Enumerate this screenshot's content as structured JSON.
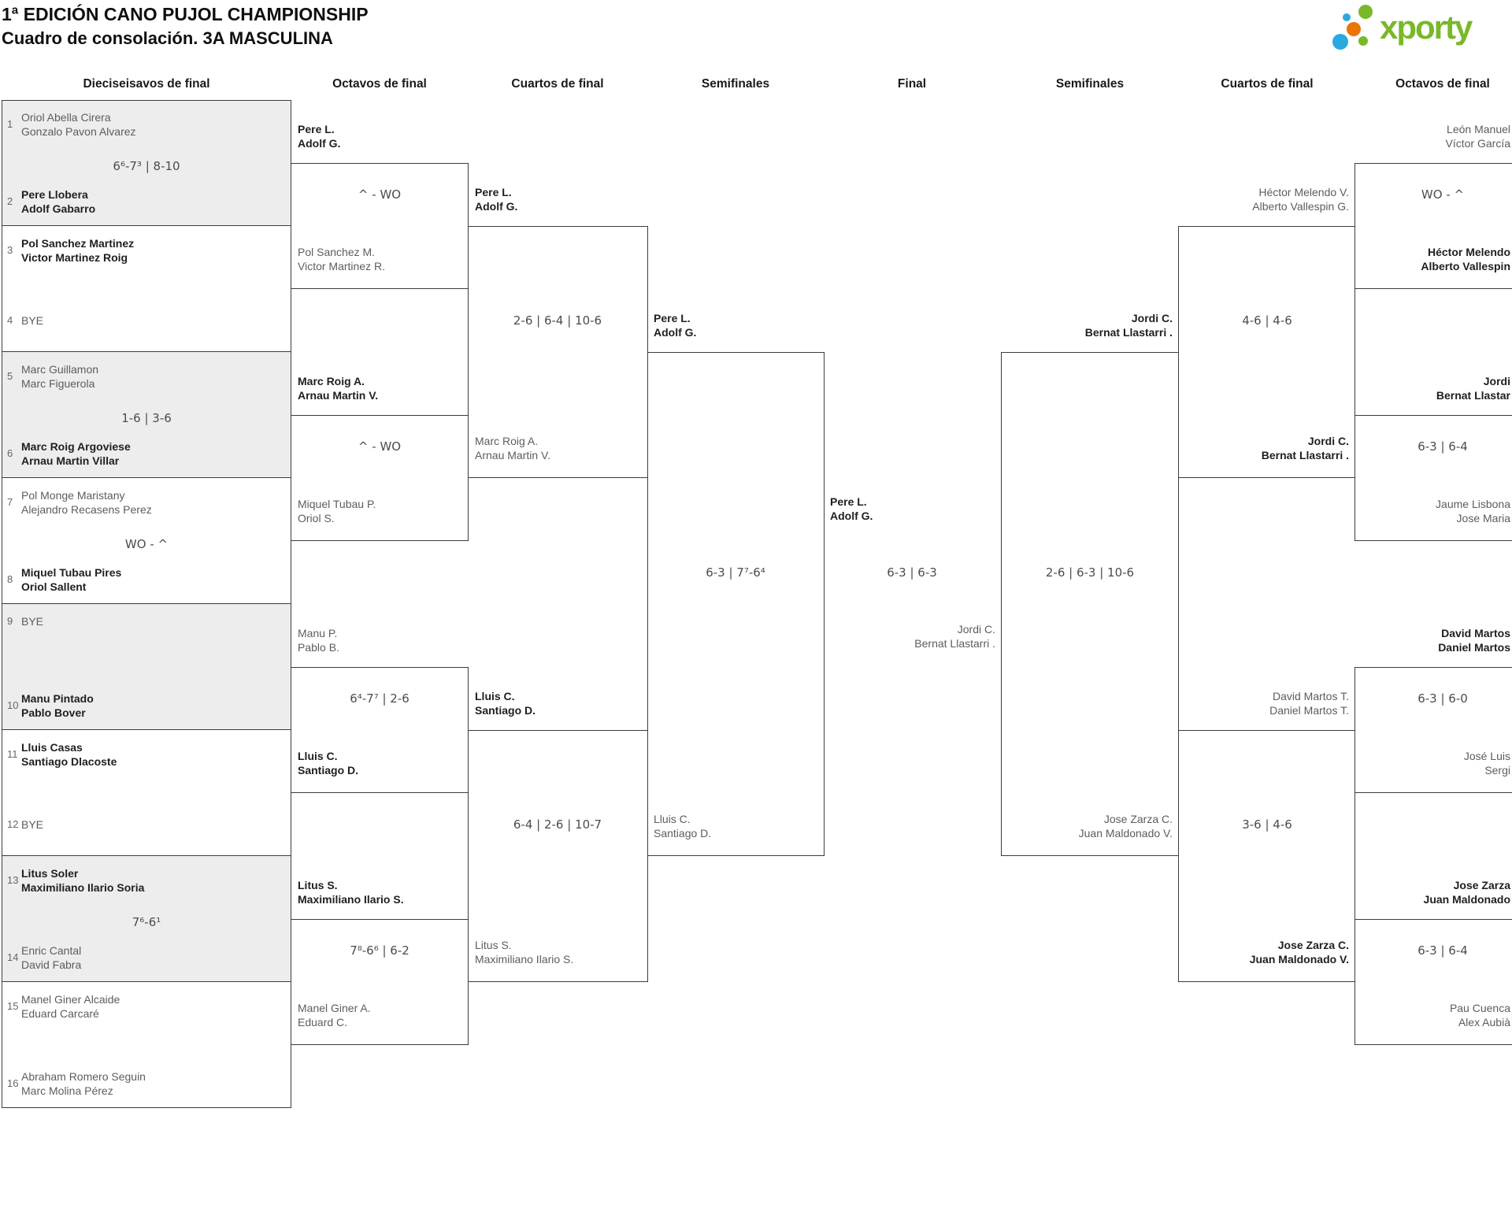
{
  "title": "1ª EDICIÓN CANO PUJOL CHAMPIONSHIP",
  "subtitle": "Cuadro de consolación. 3A MASCULINA",
  "logo": {
    "brand": "xporty"
  },
  "colors": {
    "brand_green": "#79b829",
    "brand_blue": "#29a9e0",
    "brand_orange": "#ec7404",
    "shaded_row": "#ededed",
    "line": "#3c3c3c",
    "winner_text": "#1f1f1f",
    "loser_text": "#5d5d5d"
  },
  "rounds": [
    "Dieciseisavos de final",
    "Octavos de final",
    "Cuartos de final",
    "Semifinales",
    "Final",
    "Semifinales",
    "Cuartos de final",
    "Octavos de final"
  ],
  "r32": {
    "seeds": [
      "1",
      "2",
      "3",
      "4",
      "5",
      "6",
      "7",
      "8",
      "9",
      "10",
      "11",
      "12",
      "13",
      "14",
      "15",
      "16"
    ],
    "teams": [
      "Oriol Abella Cirera\nGonzalo Pavon Alvarez",
      "Pere Llobera\nAdolf Gabarro",
      "Pol Sanchez Martinez\nVictor Martinez Roig",
      "BYE",
      "Marc Guillamon\nMarc Figuerola",
      "Marc Roig Argoviese\nArnau Martin Villar",
      "Pol Monge Maristany\nAlejandro Recasens Perez",
      "Miquel Tubau Pires\nOriol Sallent",
      "BYE",
      "Manu Pintado\nPablo Bover",
      "Lluis Casas\nSantiago Dlacoste",
      "BYE",
      "Litus Soler\nMaximiliano Ilario Soria",
      "Enric Cantal\nDavid Fabra",
      "Manel Giner Alcaide\nEduard Carcaré",
      "Abraham Romero Seguin\nMarc Molina Pérez"
    ],
    "scores": {
      "m1": "6⁶-7³ | 8-10",
      "m3": "1-6 | 3-6",
      "m4": "WO - ^",
      "m7": "7⁶-6¹"
    }
  },
  "r16_left": [
    {
      "top": "Pere L.\nAdolf G.",
      "score": "^ - WO",
      "bottom": "Pol Sanchez M.\nVictor Martinez R."
    },
    {
      "top": "Marc Roig A.\nArnau Martin V.",
      "score": "^ - WO",
      "bottom": "Miquel Tubau P.\nOriol S."
    },
    {
      "top": "Manu P.\nPablo B.",
      "score": "6⁴-7⁷ | 2-6",
      "bottom": "Lluis C.\nSantiago D."
    },
    {
      "top": "Litus S.\nMaximiliano Ilario S.",
      "score": "7⁸-6⁶ | 6-2",
      "bottom": "Manel Giner A.\nEduard C."
    }
  ],
  "qf_left": [
    {
      "top": "Pere L.\nAdolf G.",
      "score": "2-6 | 6-4 | 10-6",
      "bottom": "Marc Roig A.\nArnau Martin V."
    },
    {
      "top": "Lluis C.\nSantiago D.",
      "score": "6-4 | 2-6 | 10-7",
      "bottom": "Litus S.\nMaximiliano Ilario S."
    }
  ],
  "sf_left": {
    "top": "Pere L.\nAdolf G.",
    "score": "6-3 | 7⁷-6⁴",
    "bottom": "Lluis C.\nSantiago D."
  },
  "final": {
    "top": "Pere L.\nAdolf G.",
    "score": "6-3 | 6-3",
    "bottom": "Jordi C.\nBernat Llastarri ."
  },
  "sf_right": {
    "top": "Jordi C.\nBernat Llastarri .",
    "score": "2-6 | 6-3 | 10-6",
    "bottom": "Jose Zarza C.\nJuan Maldonado V."
  },
  "qf_right": [
    {
      "top": "Héctor Melendo V.\nAlberto Vallespin G.",
      "score": "4-6 | 4-6",
      "bottom": "Jordi C.\nBernat Llastarri ."
    },
    {
      "top": "David Martos T.\nDaniel Martos T.",
      "score": "3-6 | 4-6",
      "bottom": "Jose Zarza C.\nJuan Maldonado V."
    }
  ],
  "r16_right": [
    {
      "top": "León Manuel\nVíctor García",
      "score": "WO - ^",
      "bottom": "Héctor Melendo\nAlberto Vallespin"
    },
    {
      "top": "Jordi\nBernat Llastar",
      "score": "6-3 | 6-4",
      "bottom": "Jaume Lisbona\nJose Maria"
    },
    {
      "top": "David Martos\nDaniel Martos",
      "score": "6-3 | 6-0",
      "bottom": "José Luis\nSergi"
    },
    {
      "top": "Jose Zarza\nJuan Maldonado",
      "score": "6-3 | 6-4",
      "bottom": "Pau Cuenca\nAlex Aubià"
    }
  ]
}
